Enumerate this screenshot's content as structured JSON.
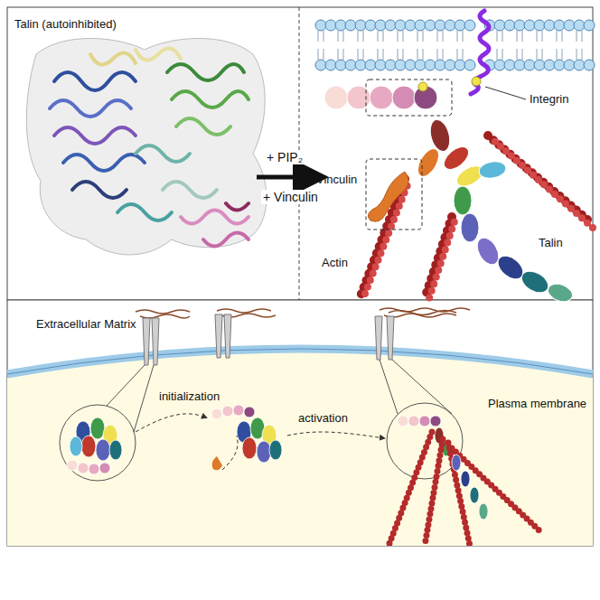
{
  "diagram": {
    "labels": [
      "Talin (autoinhibited)",
      "+ PIP₂",
      "+ Vinculin",
      "Integrin",
      "Vinculin",
      "Talin",
      "Actin",
      "Extracellular Matrix",
      "initialization",
      "activation",
      "Plasma membrane"
    ]
  }
}
